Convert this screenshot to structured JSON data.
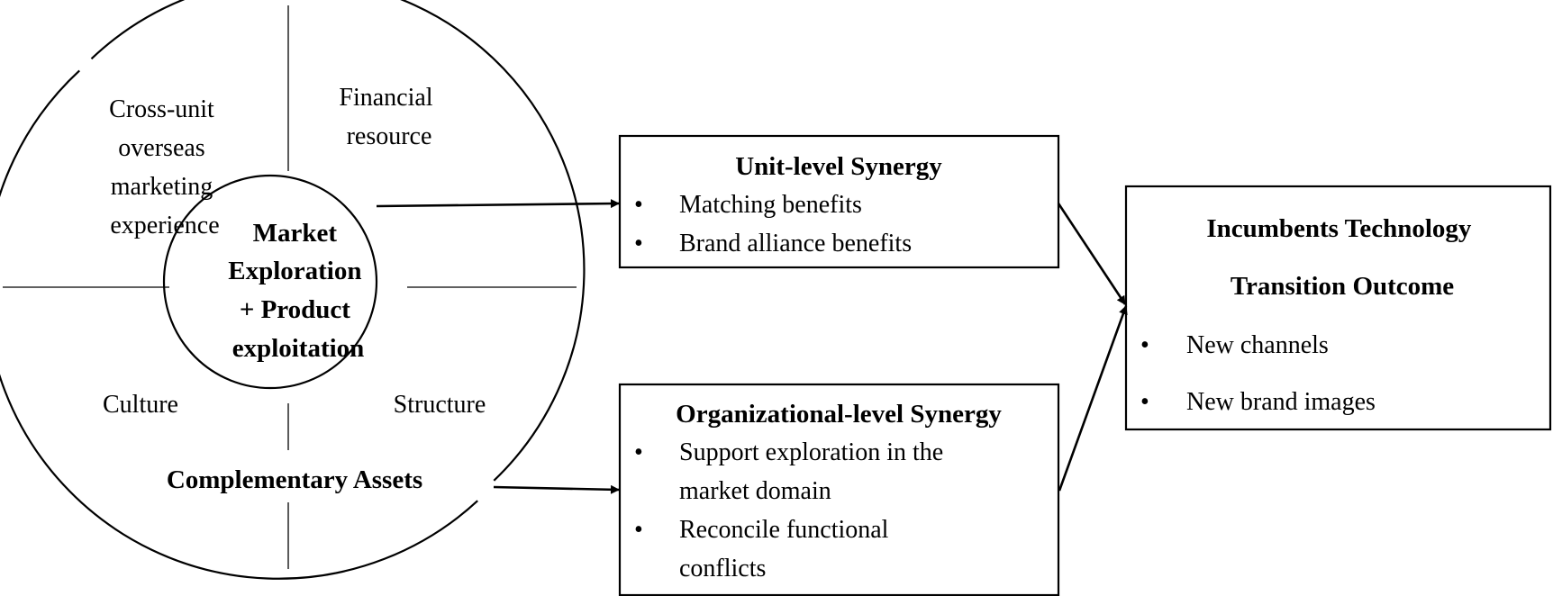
{
  "circle": {
    "segments": {
      "top_left": [
        "Cross-unit",
        "overseas",
        "marketing",
        "experience"
      ],
      "top_right": [
        "Financial",
        "resource"
      ],
      "bottom_left": [
        "Culture"
      ],
      "bottom_right": [
        "Structure"
      ]
    },
    "center": [
      "Market",
      "Exploration",
      "+ Product",
      "exploitation"
    ],
    "bottom_label": "Complementary Assets"
  },
  "unit_box": {
    "title": "Unit-level Synergy",
    "bullets": [
      [
        "Matching benefits"
      ],
      [
        "Brand alliance benefits"
      ]
    ]
  },
  "org_box": {
    "title": "Organizational-level Synergy",
    "bullets": [
      [
        "Support exploration in the",
        "market domain"
      ],
      [
        "Reconcile functional",
        "conflicts"
      ]
    ]
  },
  "outcome_box": {
    "title": [
      "Incumbents Technology",
      "Transition Outcome"
    ],
    "bullets": [
      "New channels",
      "New brand images"
    ]
  },
  "bullet_symbol": "•",
  "colors": {
    "stroke": "#000000",
    "background": "#ffffff"
  }
}
